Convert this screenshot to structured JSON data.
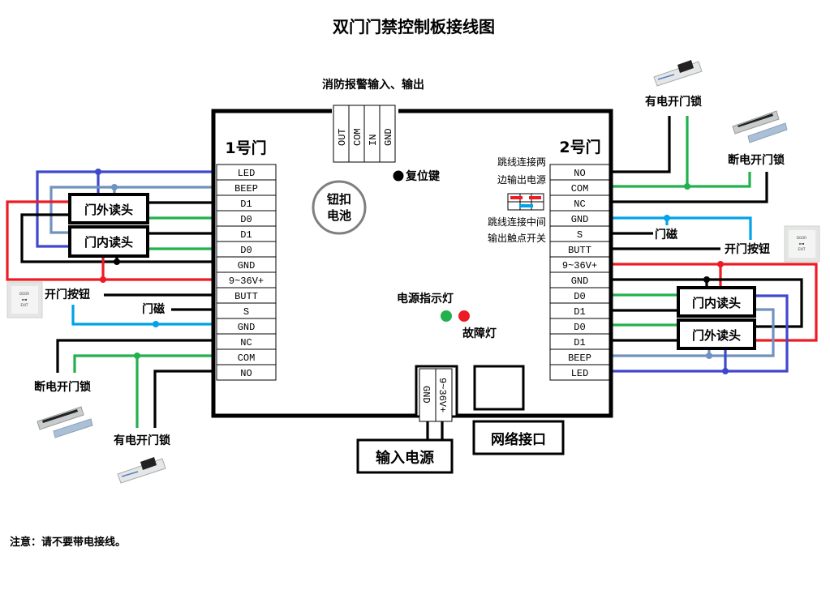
{
  "title": "双门门禁控制板接线图",
  "fire_alarm": {
    "label": "消防报警输入、输出",
    "terminals": [
      "OUT",
      "COM",
      "IN",
      "GND"
    ]
  },
  "door1": {
    "label": "1号门",
    "terminals": [
      "LED",
      "BEEP",
      "D1",
      "D0",
      "D1",
      "D0",
      "GND",
      "9~36V+",
      "BUTT",
      "S",
      "GND",
      "NC",
      "COM",
      "NO"
    ],
    "reader_out": "门外读头",
    "reader_in": "门内读头",
    "exit_button": "开门按钮",
    "door_sensor": "门磁",
    "fail_secure_lock": "断电开门锁",
    "fail_safe_lock": "有电开门锁"
  },
  "door2": {
    "label": "2号门",
    "terminals": [
      "NO",
      "COM",
      "NC",
      "GND",
      "S",
      "BUTT",
      "9~36V+",
      "GND",
      "D0",
      "D1",
      "D0",
      "D1",
      "BEEP",
      "LED"
    ],
    "reader_in": "门内读头",
    "reader_out": "门外读头",
    "exit_button": "开门按钮",
    "door_sensor": "门磁",
    "fail_secure_lock": "断电开门锁",
    "fail_safe_lock": "有电开门锁"
  },
  "jumper": {
    "note_top_1": "跳线连接两",
    "note_top_2": "边输出电源",
    "note_bottom_1": "跳线连接中间",
    "note_bottom_2": "输出触点开关"
  },
  "reset_button": "复位键",
  "coin_battery": [
    "钮扣",
    "电池"
  ],
  "power_led": "电源指示灯",
  "fault_led": "故障灯",
  "power_input": {
    "label": "输入电源",
    "terminals": [
      "GND",
      "9~36V+"
    ]
  },
  "network_port": "网络接口",
  "exit_button_icon_text": [
    "DOOR",
    "EXIT"
  ],
  "note": "注意：请不要带电接线。",
  "colors": {
    "red": "#ed1c24",
    "blue": "#3f48cc",
    "light_blue": "#7092be",
    "green": "#22b14c",
    "cyan": "#00a2e8",
    "black": "#000000"
  }
}
